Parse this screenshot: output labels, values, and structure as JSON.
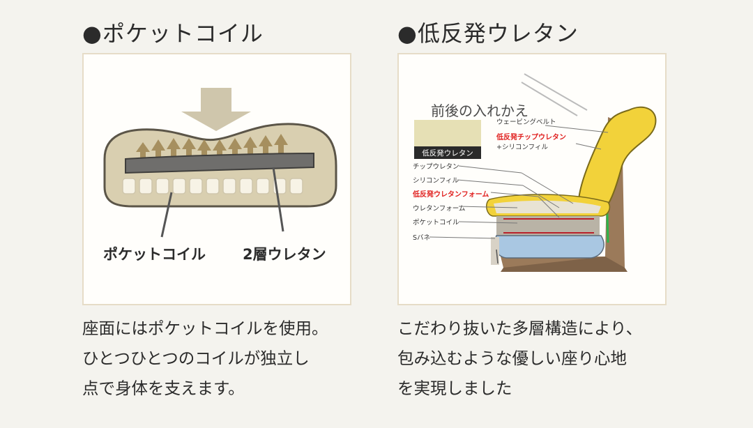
{
  "pocket": {
    "heading": "●ポケットコイル",
    "label_coil": "ポケットコイル",
    "label_urethane": "2層ウレタン",
    "desc": [
      "座面にはポケットコイルを使用。",
      "ひとつひとつのコイルが独立し",
      "点で身体を支えます。"
    ]
  },
  "urethane": {
    "heading": "●低反発ウレタン",
    "overlay_title": "前後の入れかえ",
    "swatch_label": "低反発ウレタン",
    "labels": {
      "webbing": "ウェービングベルト",
      "chip_low": "低反発チップウレタン",
      "silicone_plus": "+シリコンフィル",
      "chip": "チップウレタン",
      "silicone": "シリコンフィル",
      "low_foam": "低反発ウレタンフォーム",
      "foam": "ウレタンフォーム",
      "coil": "ポケットコイル",
      "spring": "Sバネ"
    },
    "desc": [
      "こだわり抜いた多層構造により、",
      "包み込むような優しい座り心地",
      "を実現しました"
    ]
  },
  "colors": {
    "cushion_fill": "#d9cfb0",
    "cushion_stroke": "#5b5548",
    "red_label": "#e0201f",
    "yellow": "#f2d23a",
    "blue": "#a9c7e2",
    "wood": "#9b7a5a"
  }
}
